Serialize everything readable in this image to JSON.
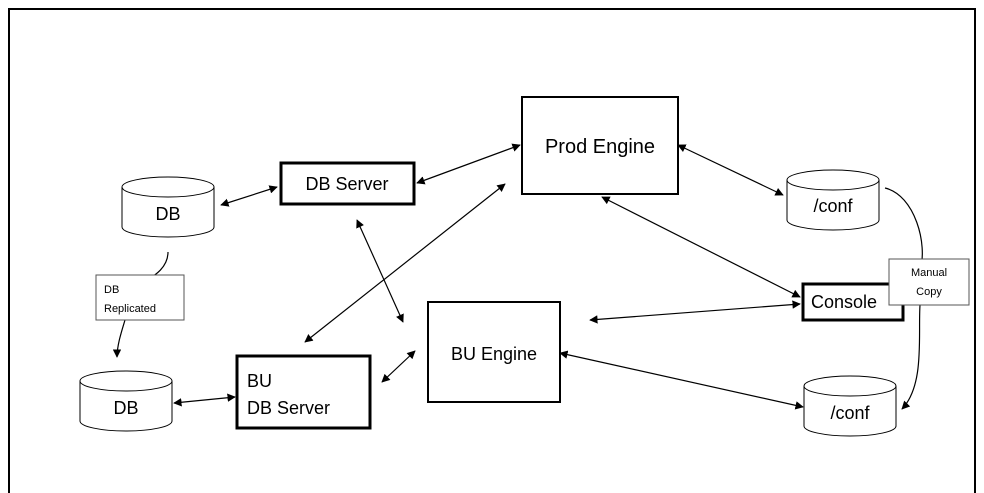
{
  "nodes": {
    "prod_engine": {
      "label": "Prod Engine"
    },
    "db_server": {
      "label": "DB Server"
    },
    "bu_engine": {
      "label": "BU Engine"
    },
    "bu_db_server": {
      "line1": "BU",
      "line2": "DB Server"
    },
    "console": {
      "label": "Console"
    },
    "db_top": {
      "label": "DB"
    },
    "db_bottom": {
      "label": "DB"
    },
    "conf_top": {
      "label": "/conf"
    },
    "conf_bottom": {
      "label": "/conf"
    }
  },
  "notes": {
    "db_replicated": {
      "line1": "DB",
      "line2": "Replicated"
    },
    "manual_copy": {
      "line1": "Manual",
      "line2": "Copy"
    }
  },
  "colors": {
    "line": "#000000",
    "background": "#ffffff",
    "note_border": "#555555"
  }
}
